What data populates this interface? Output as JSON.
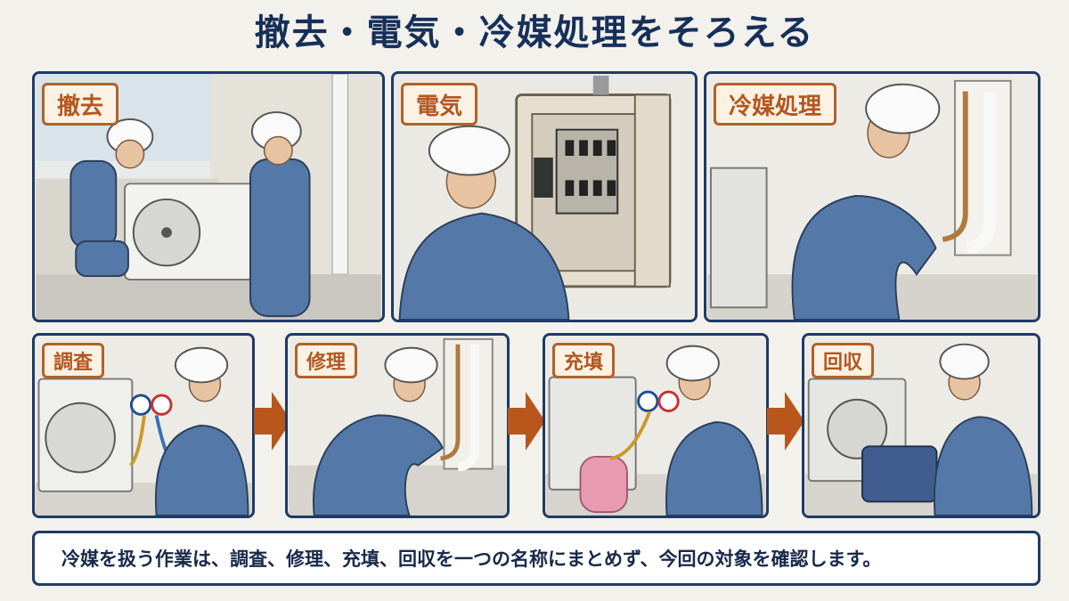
{
  "title": "撤去・電気・冷媒処理をそろえる",
  "top_panels": [
    {
      "label": "撤去",
      "icon": "worker-removing-outdoor-unit"
    },
    {
      "label": "電気",
      "icon": "worker-electrical-panel"
    },
    {
      "label": "冷媒処理",
      "icon": "worker-refrigerant-piping"
    }
  ],
  "bottom_panels": [
    {
      "label": "調査",
      "icon": "worker-gauge-manifold"
    },
    {
      "label": "修理",
      "icon": "worker-pipe-repair"
    },
    {
      "label": "充填",
      "icon": "worker-refrigerant-cylinder"
    },
    {
      "label": "回収",
      "icon": "worker-recovery-machine"
    }
  ],
  "caption": "冷媒を扱う作業は、調査、修理、充填、回収を一つの名称にまとめず、今回の対象を確認します。",
  "colors": {
    "navy": "#1f3a66",
    "title": "#17305a",
    "tag_border": "#b3612a",
    "tag_text": "#b3561f",
    "arrow": "#b8561c",
    "uniform": "#5479a8",
    "helmet": "#fafafa"
  }
}
